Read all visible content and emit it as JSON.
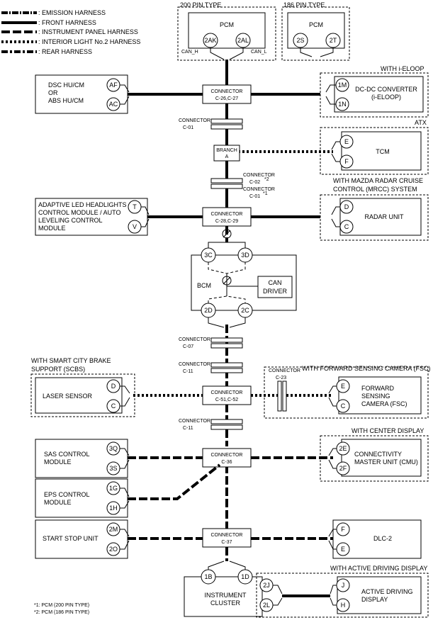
{
  "legend": {
    "emission": ": EMISSION HARNESS",
    "front": ": FRONT HARNESS",
    "instrument_panel": ": INSTRUMENT PANEL HARNESS",
    "interior_light": ": INTERIOR LIGHT No.2 HARNESS",
    "rear": ": REAR HARNESS"
  },
  "pcm200": {
    "title": "200 PIN TYPE",
    "name": "PCM",
    "pin_h": "2AK",
    "pin_l": "2AL",
    "can_h": "CAN_H",
    "can_l": "CAN_L"
  },
  "pcm186": {
    "title": "186 PIN TYPE",
    "name": "PCM",
    "pin_a": "2S",
    "pin_b": "2T"
  },
  "dsc": {
    "line1": "DSC HU/CM",
    "line2": "OR",
    "line3": "ABS HU/CM",
    "pin_a": "AF",
    "pin_b": "AC"
  },
  "conn_c26": {
    "line1": "CONNECTOR",
    "line2": "C-26,C-27"
  },
  "ieloop": {
    "title": "WITH i-ELOOP",
    "line1": "DC-DC CONVERTER",
    "line2": "(i-ELOOP)",
    "pin_a": "1M",
    "pin_b": "1N"
  },
  "conn_c01": {
    "line1": "CONNECTOR",
    "line2": "C-01"
  },
  "atx": {
    "title": "ATX",
    "name": "TCM",
    "pin_a": "E",
    "pin_b": "F"
  },
  "branch": {
    "line1": "BRANCH",
    "line2": "A"
  },
  "conn_c02": {
    "line1": "CONNECTOR",
    "line2": "C-02",
    "line3": "CONNECTOR",
    "line4": "C-01",
    "note1": "*2",
    "note2": "*1"
  },
  "mrcc": {
    "title1": "WITH MAZDA RADAR CRUISE",
    "title2": "CONTROL (MRCC) SYSTEM",
    "name": "RADAR UNIT",
    "pin_a": "D",
    "pin_b": "C"
  },
  "headlight": {
    "line1": "ADAPTIVE LED HEADLIGHTS",
    "line2": "CONTROL MODULE / AUTO",
    "line3": "LEVELING CONTROL",
    "line4": "MODULE",
    "pin_a": "T",
    "pin_b": "V"
  },
  "conn_c28": {
    "line1": "CONNECTOR",
    "line2": "C-28,C-29"
  },
  "bcm": {
    "name": "BCM",
    "can1": "CAN",
    "can2": "DRIVER",
    "pin_3c": "3C",
    "pin_3d": "3D",
    "pin_2d": "2D",
    "pin_2c": "2C"
  },
  "conn_c07": {
    "line1": "CONNECTOR",
    "line2": "C-07"
  },
  "conn_c11a": {
    "line1": "CONNECTOR",
    "line2": "C-11"
  },
  "scbs": {
    "title1": "WITH SMART CITY BRAKE",
    "title2": "SUPPORT (SCBS)",
    "name": "LASER SENSOR",
    "pin_a": "D",
    "pin_b": "C"
  },
  "conn_c51": {
    "line1": "CONNECTOR",
    "line2": "C-51,C-52"
  },
  "conn_c23": {
    "line1": "CONNECTOR",
    "line2": "C-23"
  },
  "fsc": {
    "title": "WITH FORWARD SENSING CAMERA (FSC)",
    "line1": "FORWARD",
    "line2": "SENSING",
    "line3": "CAMERA (FSC)",
    "pin_a": "E",
    "pin_b": "C"
  },
  "conn_c11b": {
    "line1": "CONNECTOR",
    "line2": "C-11"
  },
  "sas": {
    "line1": "SAS CONTROL",
    "line2": "MODULE",
    "pin_a": "3Q",
    "pin_b": "3S"
  },
  "conn_c36": {
    "line1": "CONNECTOR",
    "line2": "C-36"
  },
  "cmu": {
    "title": "WITH CENTER DISPLAY",
    "line1": "CONNECTIVITY",
    "line2": "MASTER UNIT (CMU)",
    "pin_a": "2E",
    "pin_b": "2F"
  },
  "eps": {
    "line1": "EPS CONTROL",
    "line2": "MODULE",
    "pin_a": "1G",
    "pin_b": "1H"
  },
  "ssu": {
    "name": "START STOP UNIT",
    "pin_a": "2M",
    "pin_b": "2O"
  },
  "conn_c37": {
    "line1": "CONNECTOR",
    "line2": "C-37"
  },
  "dlc": {
    "name": "DLC-2",
    "pin_a": "F",
    "pin_b": "E"
  },
  "cluster": {
    "line1": "INSTRUMENT",
    "line2": "CLUSTER",
    "pin_a": "1B",
    "pin_b": "1D"
  },
  "add": {
    "title": "WITH ACTIVE DRIVING DISPLAY",
    "line1": "ACTIVE DRIVING",
    "line2": "DISPLAY",
    "pin_2j": "2J",
    "pin_2l": "2L",
    "pin_j": "J",
    "pin_h": "H"
  },
  "footnotes": {
    "note1": "*1: PCM (200 PIN TYPE)",
    "note2": "*2: PCM (186 PIN TYPE)"
  }
}
